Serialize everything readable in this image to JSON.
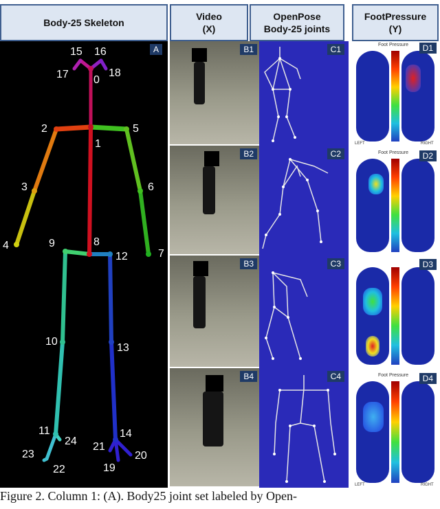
{
  "headers": {
    "skeleton": "Body-25 Skeleton",
    "video_line1": "Video",
    "video_line2": "(X)",
    "openpose_line1": "OpenPose",
    "openpose_line2": "Body-25 joints",
    "foot_line1": "FootPressure",
    "foot_line2": "(Y)"
  },
  "tags": {
    "a": "A",
    "b1": "B1",
    "b2": "B2",
    "b3": "B3",
    "b4": "B4",
    "c1": "C1",
    "c2": "C2",
    "c3": "C3",
    "c4": "C4",
    "d1": "D1",
    "d2": "D2",
    "d3": "D3",
    "d4": "D4"
  },
  "joints": [
    "0",
    "1",
    "2",
    "3",
    "4",
    "5",
    "6",
    "7",
    "8",
    "9",
    "10",
    "11",
    "12",
    "13",
    "14",
    "15",
    "16",
    "17",
    "18",
    "19",
    "20",
    "21",
    "22",
    "23",
    "24"
  ],
  "foot": {
    "title": "Foot Pressure",
    "left": "LEFT",
    "right": "RIGHT"
  },
  "caption": "Figure 2. Column 1: (A). Body25 joint set labeled by Open-",
  "colors": {
    "header_bg": "#dde6f2",
    "header_border": "#3f5f8f",
    "tag_bg": "#1f3a66",
    "openpose_bg": "#2a2ab8",
    "skeleton_bg": "#000000"
  }
}
